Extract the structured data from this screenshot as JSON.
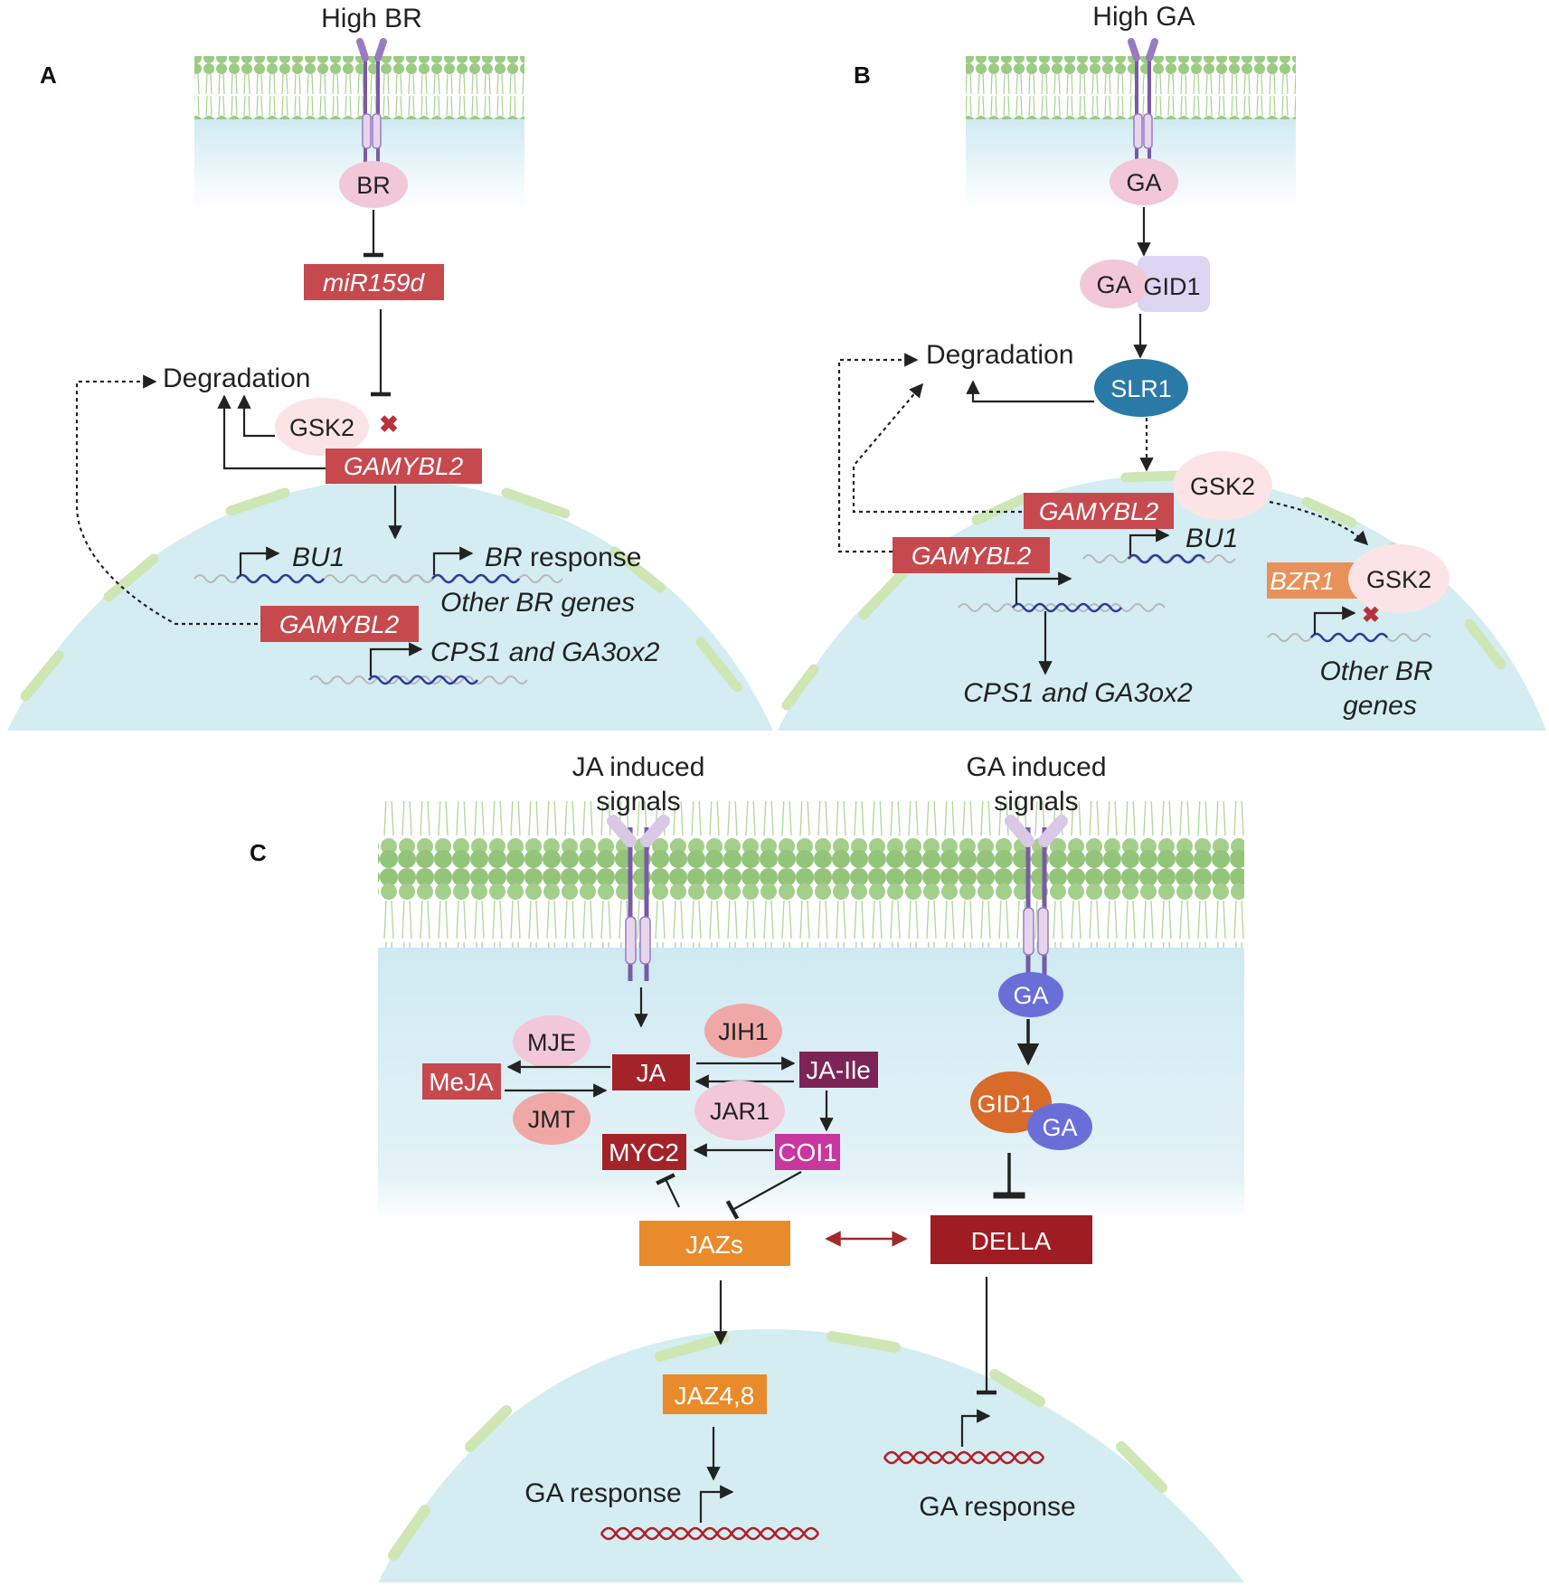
{
  "panels": {
    "a": "A",
    "b": "B",
    "c": "C"
  },
  "panel_a": {
    "signal": "High BR",
    "br": "BR",
    "mir": "miR159d",
    "degradation": "Degradation",
    "gsk2": "GSK2",
    "gamybl2_top": "GAMYBL2",
    "bu1": "BU1",
    "br_response_italic": "BR",
    "br_response_rest": " response",
    "other_br_genes": "Other BR genes",
    "gamybl2_nucleus": "GAMYBL2",
    "cps1": "CPS1 and GA3ox2"
  },
  "panel_b": {
    "signal": "High GA",
    "ga": "GA",
    "ga_complex": "GA",
    "gid1": "GID1",
    "degradation": "Degradation",
    "slr1": "SLR1",
    "gsk2_top": "GSK2",
    "gamybl2_top": "GAMYBL2",
    "bu1": "BU1",
    "gamybl2_left": "GAMYBL2",
    "bzr1": "BZR1",
    "gsk2_right": "GSK2",
    "cps1": "CPS1 and GA3ox2",
    "other_br_line1": "Other BR",
    "other_br_line2": "genes"
  },
  "panel_c": {
    "ja_signal_line1": "JA induced",
    "ja_signal_line2": "signals",
    "ga_signal_line1": "GA induced",
    "ga_signal_line2": "signals",
    "mje": "MJE",
    "jih1": "JIH1",
    "meja": "MeJA",
    "ja": "JA",
    "ja_ile": "JA-Ile",
    "jmt": "JMT",
    "jar1": "JAR1",
    "myc2": "MYC2",
    "coi1": "COI1",
    "jazs": "JAZs",
    "della": "DELLA",
    "ga": "GA",
    "gid1": "GID1",
    "ga_complex": "GA",
    "jaz48": "JAZ4,8",
    "ga_response_left": "GA response",
    "ga_response_right": "GA response"
  },
  "colors": {
    "membrane": "#9ccb84",
    "cytoplasm": "#cfeaf2",
    "nucleus": "#d4edf2",
    "nucleus_rim": "#cfe6b5",
    "gene_box": "#c6494e",
    "ja_box": "#a32329",
    "ja_ile_box": "#7d2456",
    "coi1_box": "#c7379f",
    "orange_box": "#e98b2a",
    "della_box": "#a01c23",
    "slr1": "#2a7aa8",
    "ga_purple": "#6a6fd8",
    "gid1_orange": "#d86a2a",
    "pink_oval": "#f2c8d8",
    "salmon_oval": "#f0a8a6",
    "receptor": "#7a5aa8",
    "dna_blue": "#2b3aa0",
    "dna_red": "#b51e24"
  }
}
